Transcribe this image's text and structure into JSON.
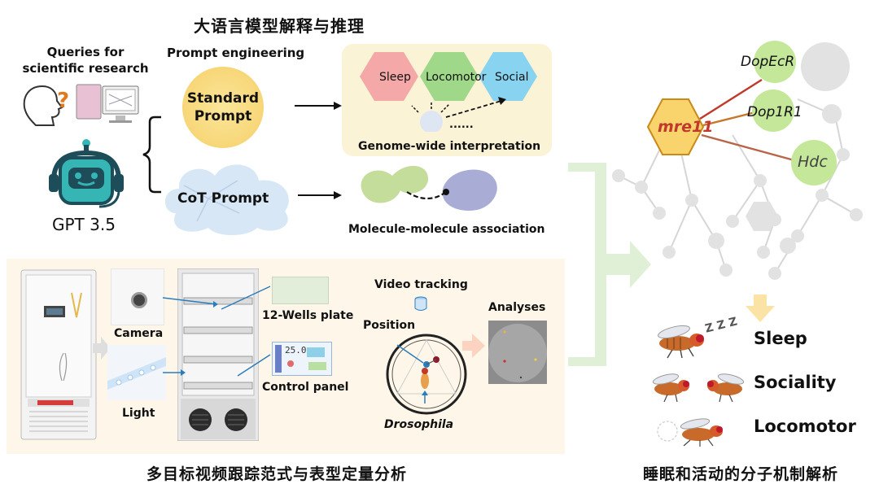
{
  "top_title": "大语言模型解释与推理",
  "queries_label": "Queries for scientific research",
  "prompt_engineering_label": "Prompt engineering",
  "standard_prompt_label": "Standard Prompt",
  "cot_prompt_label": "CoT Prompt",
  "gpt_label": "GPT 3.5",
  "hex_labels": {
    "sleep": "Sleep",
    "locomotor": "Locomotor",
    "social": "Social"
  },
  "ellipsis": "......",
  "genome_label": "Genome-wide interpretation",
  "molecule_label": "Molecule-molecule association",
  "bottom_left_title": "多目标视频跟踪范式与表型定量分析",
  "camera_label": "Camera",
  "light_label": "Light",
  "wells_label": "12-Wells plate",
  "control_panel_label": "Control panel",
  "video_tracking_label": "Video tracking",
  "position_label": "Position",
  "drosophila_label": "Drosophila",
  "analyses_label": "Analyses",
  "panel_value": "25.0",
  "network": {
    "hub": "mre11",
    "genes": [
      "DopEcR",
      "Dop1R1",
      "Hdc"
    ]
  },
  "phenotypes": [
    "Sleep",
    "Sociality",
    "Locomotor"
  ],
  "zzz": "Z Z Z",
  "bottom_right_title": "睡眠和活动的分子机制解析",
  "colors": {
    "accent_panel": "#fbf3d6",
    "sleep_hex": "#f4a9a8",
    "locomotor_hex": "#9fd888",
    "social_hex": "#88d4f0",
    "hub_hex": "#f9d36b",
    "gene_node": "#c4e79a",
    "link_red": "#c0392b",
    "link_orange": "#c8762a",
    "big_arrow": "#dff0d6"
  }
}
